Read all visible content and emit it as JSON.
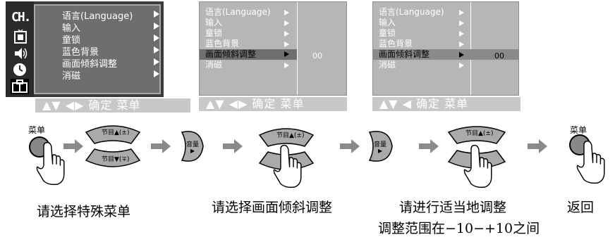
{
  "menu_items": [
    "语言(Language)",
    "输入",
    "童锁",
    "蓝色背景",
    "画面倾斜调整",
    "消磁"
  ],
  "panel1": {
    "ch_label": "CH.",
    "footer": "▲▼ ◀▶ 确定 菜单"
  },
  "panel2": {
    "value": "00",
    "footer": "▲▼ ◀▶ 确定 菜单"
  },
  "panel3": {
    "value": "00",
    "footer": "▲▼ ◀ 确定 菜单"
  },
  "buttons": {
    "menu_label": "菜单",
    "prog_up": "节目▲(±)",
    "prog_down": "节目▼(∓)",
    "vol": "音量",
    "vol_arrow": "▶",
    "menu_label_2": "菜单"
  },
  "captions": {
    "step1": "请选择特殊菜单",
    "step2": "请选择画面倾斜调整",
    "step3": "请进行适当地调整",
    "step3_sub": "调整范围在−10−+10之间",
    "step4": "返回"
  },
  "colors": {
    "osd_dark": "#3c3c3c",
    "osd_light": "#b6b6b6",
    "selection": "#6f6f6f",
    "arrow_gray": "#8a8a8a"
  }
}
